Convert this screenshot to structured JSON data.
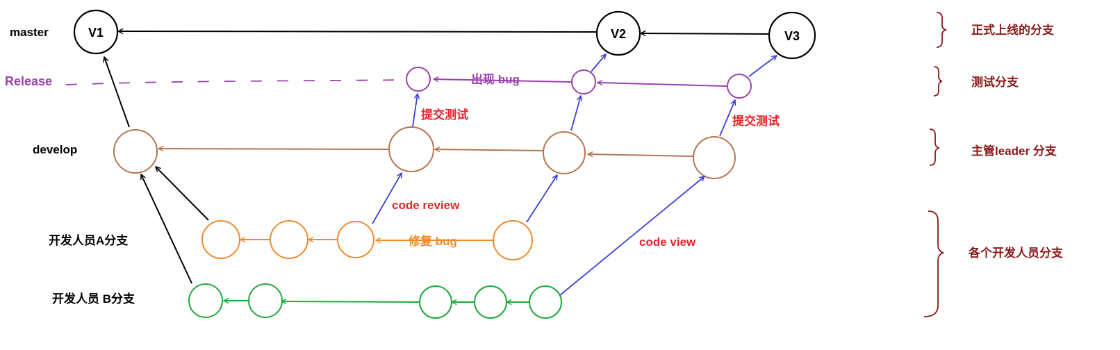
{
  "branches": {
    "master": "master",
    "release": "Release",
    "develop": "develop",
    "dev_a": "开发人员A分支",
    "dev_b": "开发人员 B分支"
  },
  "versions": {
    "v1": "V1",
    "v2": "V2",
    "v3": "V3"
  },
  "annotations": {
    "bug_found": "出现 bug",
    "submit_test_1": "提交测试",
    "submit_test_2": "提交测试",
    "code_review": "code review",
    "fix_bug": "修复 bug",
    "code_view": "code view"
  },
  "legend": {
    "master": "正式上线的分支",
    "release": "测试分支",
    "develop": "主管leader 分支",
    "developers": "各个开发人员分支"
  },
  "colors": {
    "master": "#000000",
    "release": "#9b3fb0",
    "develop": "#b5764f",
    "dev_a": "#f08a2c",
    "dev_b": "#22a83a",
    "merge": "#3b3fd6",
    "annotation": "#e8232a",
    "legend": "#8b1a1a"
  }
}
